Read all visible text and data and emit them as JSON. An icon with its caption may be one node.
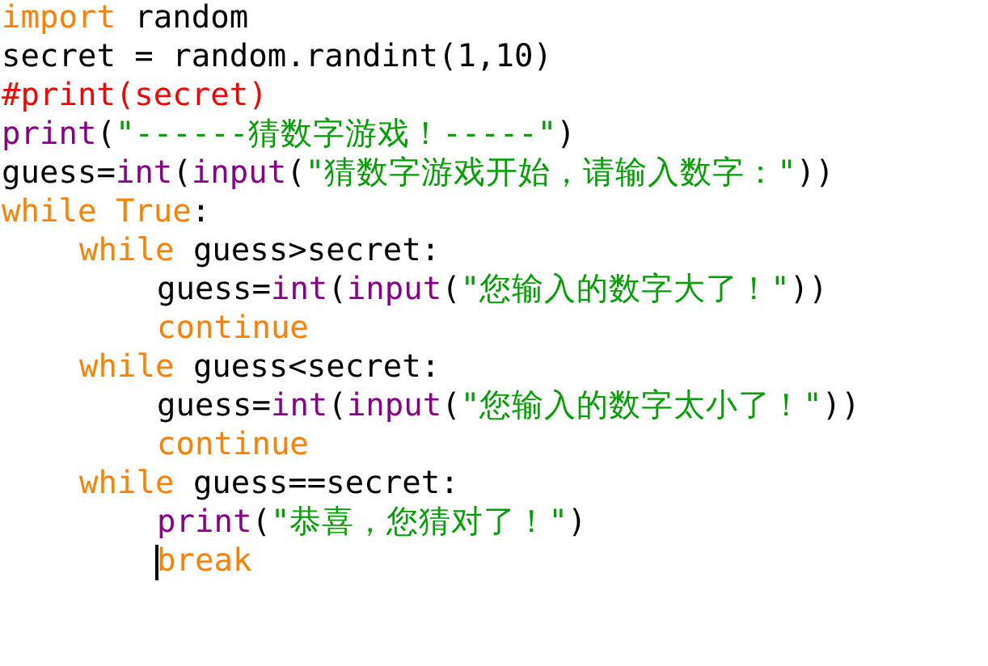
{
  "diagram": {
    "labels": [
      "import random",
      "secret = random.randint(1,10)",
      "#print(secret)",
      "print(\"------猜数字游戏！-----\")",
      "guess=int(input(\"猜数字游戏开始，请输入数字：\"))",
      "while True:",
      "while guess>secret:",
      "guess=int(input(\"您输入的数字大了！\"))",
      "continue",
      "while guess<secret:",
      "guess=int(input(\"您输入的数字太小了！\"))",
      "continue",
      "while guess==secret:",
      "print(\"恭喜，您猜对了！\")",
      "break"
    ]
  }
}
